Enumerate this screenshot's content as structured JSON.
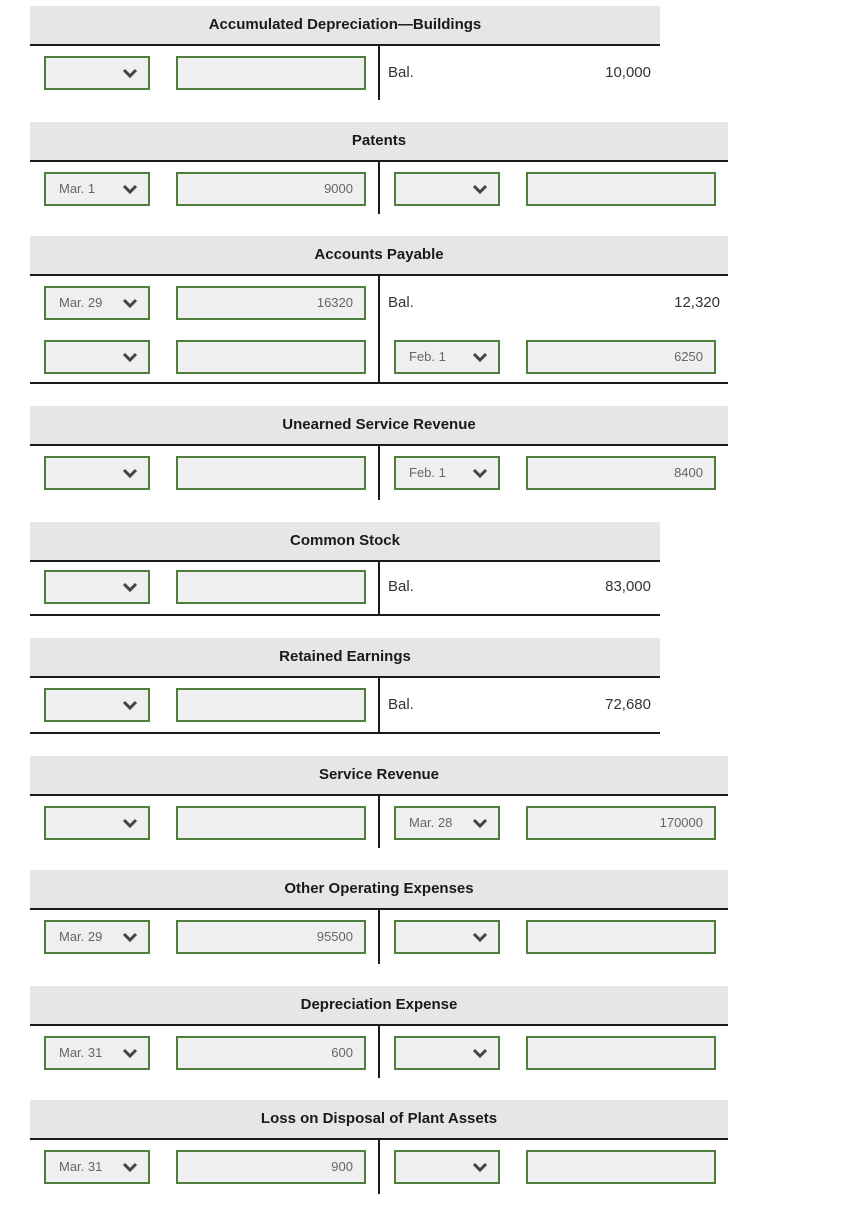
{
  "accounts": [
    {
      "title": "Accumulated Depreciation—Buildings",
      "rows": [
        {
          "left_date": "",
          "left_amount": "",
          "right_label": "Bal.",
          "right_value": "10,000"
        }
      ]
    },
    {
      "title": "Patents",
      "rows": [
        {
          "left_date": "Mar. 1",
          "left_amount": "9000",
          "right_date": "",
          "right_amount": ""
        }
      ]
    },
    {
      "title": "Accounts Payable",
      "rows": [
        {
          "left_date": "Mar. 29",
          "left_amount": "16320",
          "right_label": "Bal.",
          "right_value": "12,320"
        },
        {
          "left_date": "",
          "left_amount": "",
          "right_date": "Feb. 1",
          "right_amount": "6250"
        }
      ]
    },
    {
      "title": "Unearned Service Revenue",
      "rows": [
        {
          "left_date": "",
          "left_amount": "",
          "right_date": "Feb. 1",
          "right_amount": "8400"
        }
      ]
    },
    {
      "title": "Common Stock",
      "rows": [
        {
          "left_date": "",
          "left_amount": "",
          "right_label": "Bal.",
          "right_value": "83,000"
        }
      ]
    },
    {
      "title": "Retained Earnings",
      "rows": [
        {
          "left_date": "",
          "left_amount": "",
          "right_label": "Bal.",
          "right_value": "72,680"
        }
      ]
    },
    {
      "title": "Service Revenue",
      "rows": [
        {
          "left_date": "",
          "left_amount": "",
          "right_date": "Mar. 28",
          "right_amount": "170000"
        }
      ]
    },
    {
      "title": "Other Operating Expenses",
      "rows": [
        {
          "left_date": "Mar. 29",
          "left_amount": "95500",
          "right_date": "",
          "right_amount": ""
        }
      ]
    },
    {
      "title": "Depreciation Expense",
      "rows": [
        {
          "left_date": "Mar. 31",
          "left_amount": "600",
          "right_date": "",
          "right_amount": ""
        }
      ]
    },
    {
      "title": "Loss on Disposal of Plant Assets",
      "rows": [
        {
          "left_date": "Mar. 31",
          "left_amount": "900",
          "right_date": "",
          "right_amount": ""
        }
      ]
    }
  ],
  "icons": {
    "dropdown": "chevron-down-icon"
  },
  "colors": {
    "field_border": "#4e7e3b",
    "field_fill": "#efefef",
    "header_fill": "#e6e6e6"
  }
}
